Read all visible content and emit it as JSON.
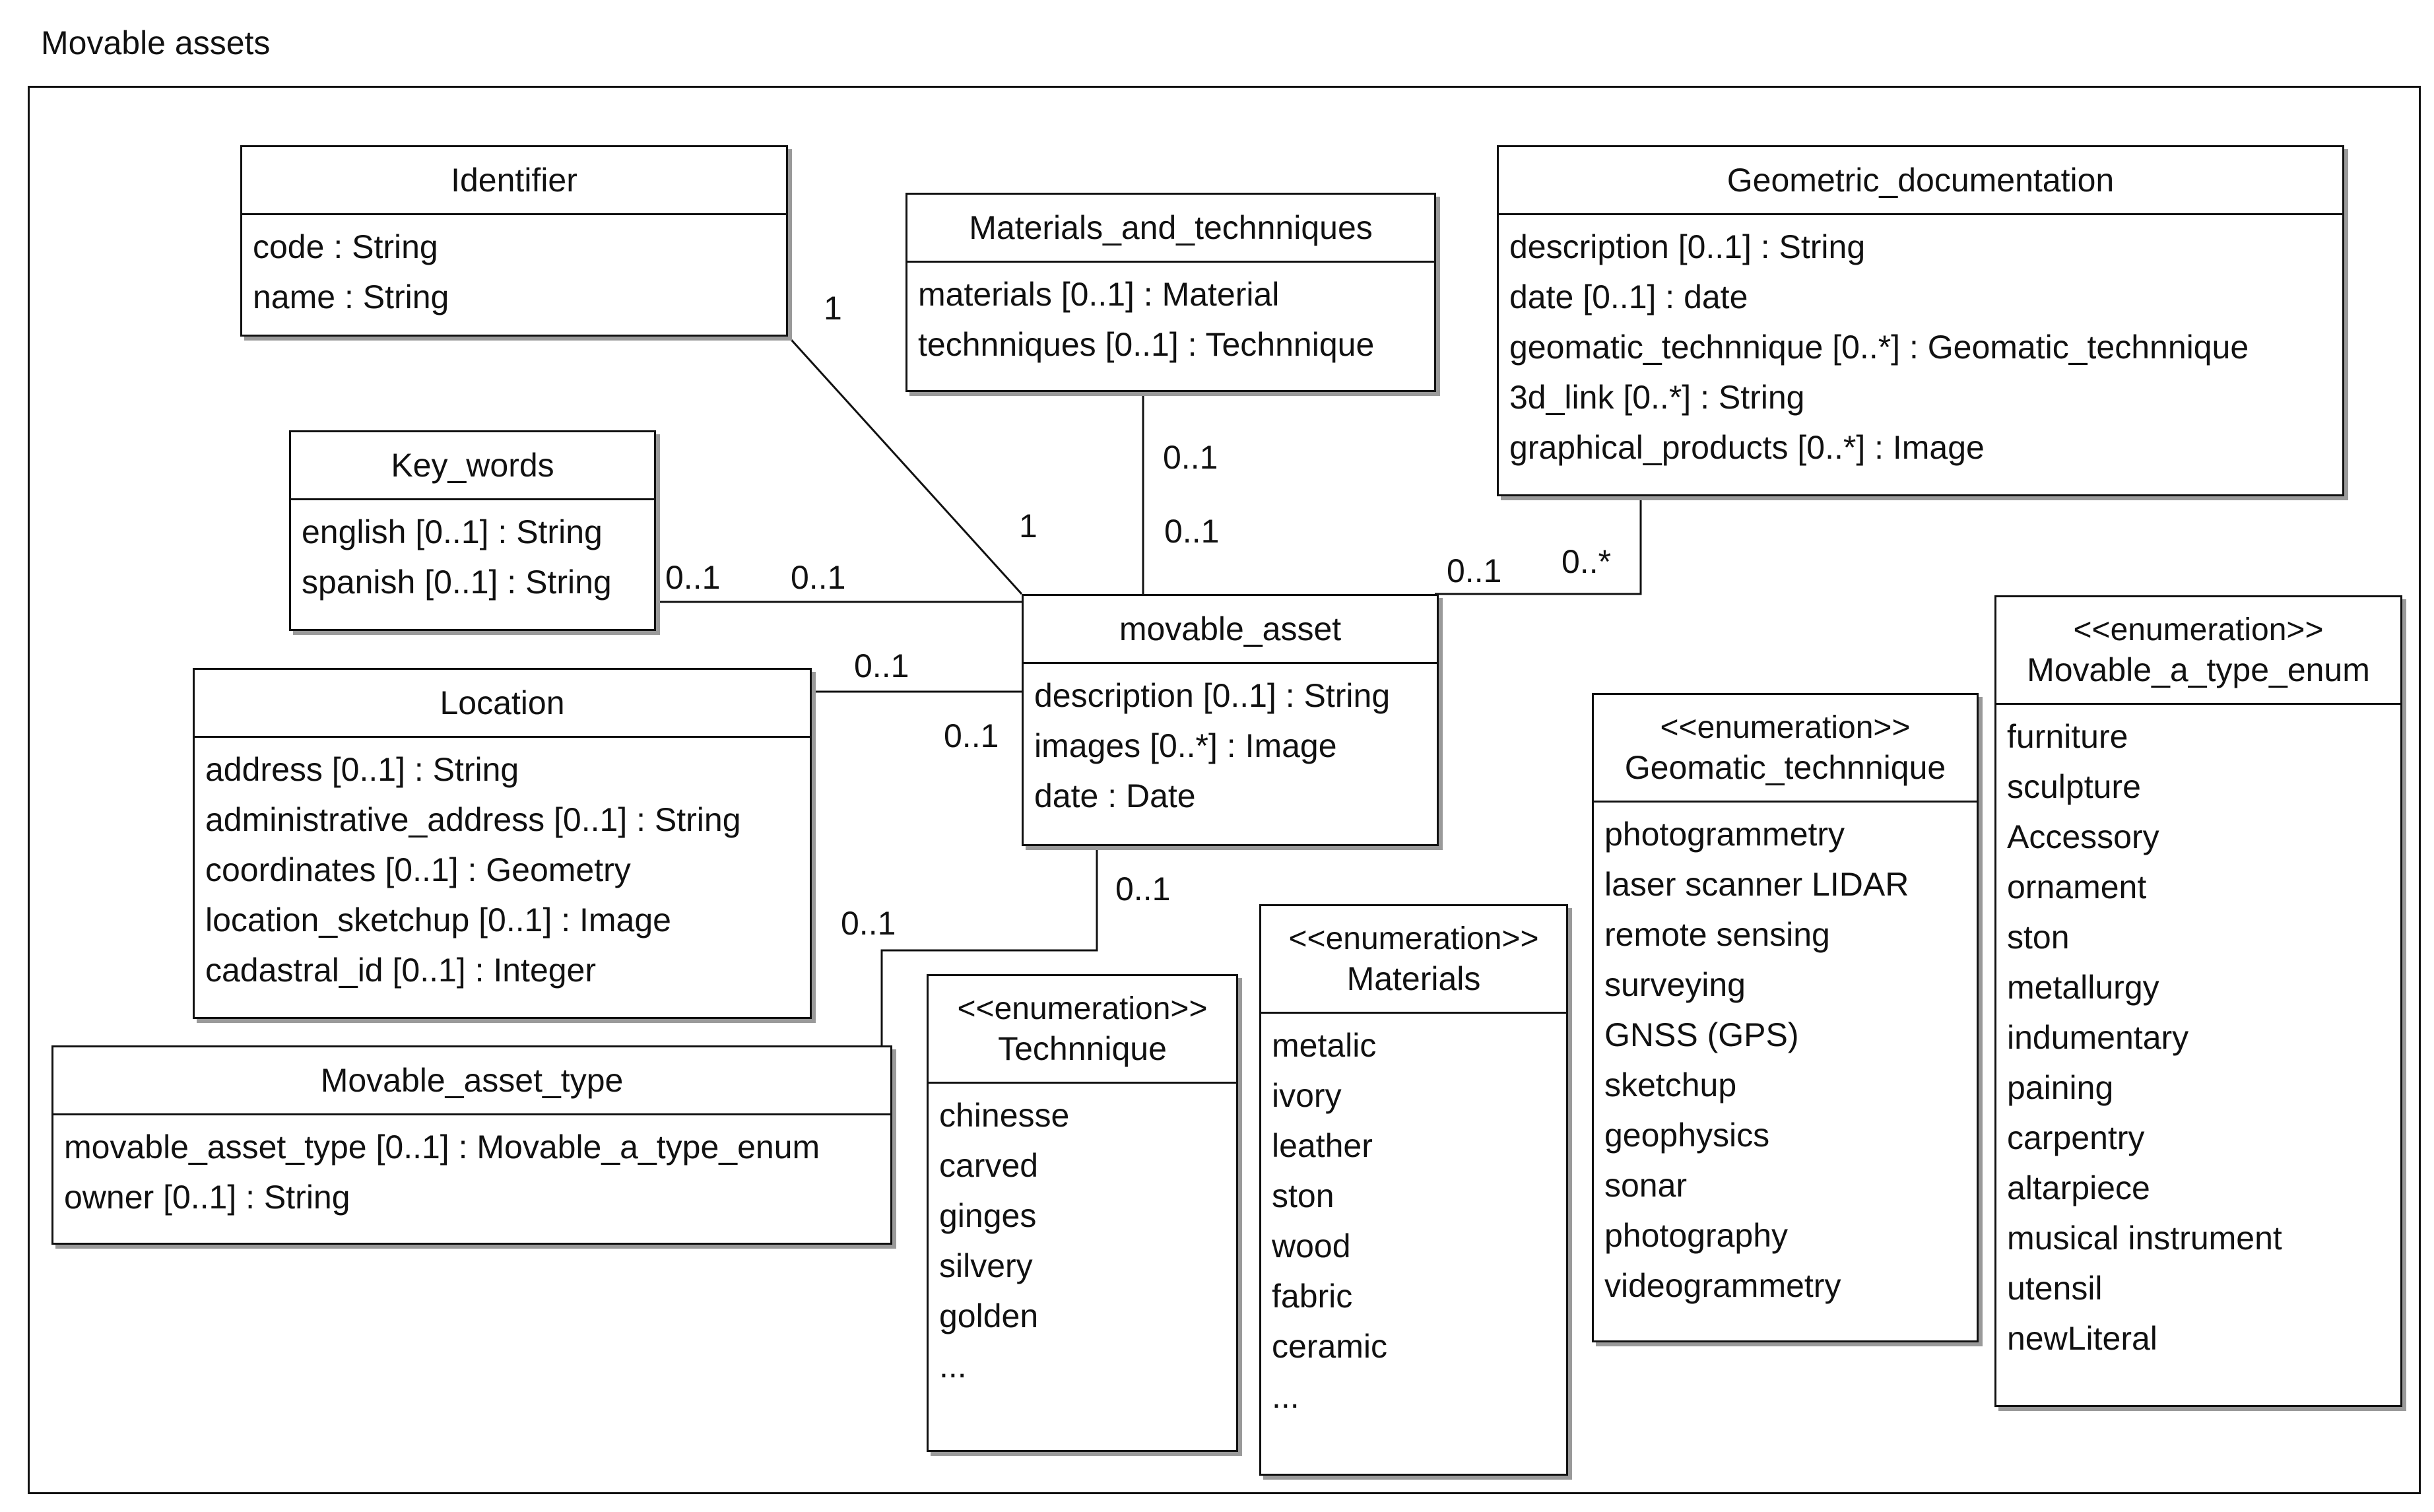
{
  "package": {
    "name": "Movable assets"
  },
  "classes": {
    "identifier": {
      "name": "Identifier",
      "attributes": [
        "code : String",
        "name : String"
      ]
    },
    "materials_and_techniques": {
      "name": "Materials_and_technniques",
      "attributes": [
        "materials [0..1] : Material",
        "technniques [0..1] : Technnique"
      ]
    },
    "geometric_documentation": {
      "name": "Geometric_documentation",
      "attributes": [
        "description [0..1] : String",
        "date [0..1] : date",
        "geomatic_technnique [0..*] : Geomatic_technnique",
        "3d_link [0..*] : String",
        "graphical_products [0..*] : Image"
      ]
    },
    "key_words": {
      "name": "Key_words",
      "attributes": [
        "english [0..1] : String",
        "spanish [0..1] : String"
      ]
    },
    "location": {
      "name": "Location",
      "attributes": [
        "address [0..1] : String",
        "administrative_address [0..1] : String",
        "coordinates [0..1] : Geometry",
        "location_sketchup [0..1] : Image",
        "cadastral_id [0..1] : Integer"
      ]
    },
    "movable_asset": {
      "name": "movable_asset",
      "attributes": [
        "description [0..1] : String",
        "images [0..*] : Image",
        "date : Date"
      ]
    },
    "movable_asset_type": {
      "name": "Movable_asset_type",
      "attributes": [
        "movable_asset_type [0..1] : Movable_a_type_enum",
        "owner [0..1] : String"
      ]
    }
  },
  "enumerations": {
    "technnique": {
      "stereotype": "<<enumeration>>",
      "name": "Technnique",
      "literals": [
        "chinesse",
        "carved",
        "ginges",
        "silvery",
        "golden",
        "..."
      ]
    },
    "materials": {
      "stereotype": "<<enumeration>>",
      "name": "Materials",
      "literals": [
        "metalic",
        "ivory",
        "leather",
        "ston",
        "wood",
        "fabric",
        "ceramic",
        "..."
      ]
    },
    "geomatic_technnique": {
      "stereotype": "<<enumeration>>",
      "name": "Geomatic_technnique",
      "literals": [
        "photogrammetry",
        "laser scanner LIDAR",
        "remote sensing",
        "surveying",
        "GNSS (GPS)",
        "sketchup",
        "geophysics",
        "sonar",
        "photography",
        "videogrammetry"
      ]
    },
    "movable_a_type_enum": {
      "stereotype": "<<enumeration>>",
      "name": "Movable_a_type_enum",
      "literals": [
        "furniture",
        "sculpture",
        "Accessory",
        "ornament",
        "ston",
        "metallurgy",
        "indumentary",
        "paining",
        "carpentry",
        "altarpiece",
        "musical instrument",
        "utensil",
        "newLiteral"
      ]
    }
  },
  "multiplicities": {
    "identifier_end": "1",
    "identifier_asset_end": "1",
    "materials_end": "0..1",
    "materials_asset_end": "0..1",
    "keywords_end": "0..1",
    "keywords_asset_end": "0..1",
    "location_end": "0..1",
    "location_asset_end": "0..1",
    "geometric_asset_end": "0..1",
    "geometric_end": "0..*",
    "type_asset_end": "0..1",
    "type_end": "0..1"
  }
}
